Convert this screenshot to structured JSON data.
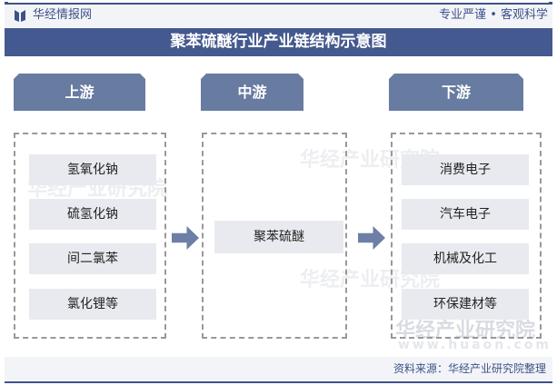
{
  "header": {
    "brand": "华经情报网",
    "slogan": "专业严谨 • 客观科学"
  },
  "title": "聚苯硫醚行业产业链结构示意图",
  "columns": [
    {
      "label": "上游",
      "items": [
        "氢氧化钠",
        "硫氢化钠",
        "间二氯苯",
        "氯化锂等"
      ]
    },
    {
      "label": "中游",
      "items": [
        "聚苯硫醚"
      ]
    },
    {
      "label": "下游",
      "items": [
        "消费电子",
        "汽车电子",
        "机械及化工",
        "环保建材等"
      ]
    }
  ],
  "watermark": {
    "name": "华经产业研究院",
    "url": "www.huaon.com"
  },
  "footer": {
    "source": "资料来源：华经产业研究院整理"
  },
  "colors": {
    "primary": "#44598f",
    "column_head": "#687ba0",
    "item_bg": "#e8eaef",
    "arrow": "#6d7fa6"
  }
}
